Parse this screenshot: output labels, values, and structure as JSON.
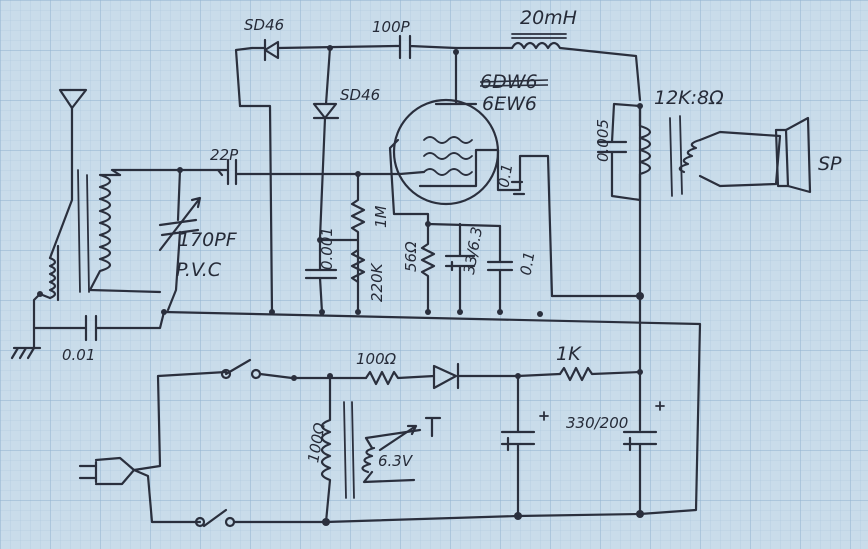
{
  "labels": {
    "diode_top": "SD46",
    "cap_top": "100P",
    "choke": "20mH",
    "diode_mid": "SD46",
    "tube_old": "6DW6",
    "tube": "6EW6",
    "transformer": "12K:8Ω",
    "cap_out": "0.005",
    "speaker": "SP",
    "cap_in": "22P",
    "vcap": "170PF",
    "vcap_type": "P.V.C",
    "cap_screen": "0.001",
    "r_1m": "1M",
    "r_220k": "220K",
    "r_56": "56Ω",
    "cap_cathode": "33/6.3",
    "cap_bypass": "0.1",
    "cap_g2": "0.1",
    "cap_ground": "0.01",
    "r_100": "100Ω",
    "r_1k": "1K",
    "r_100_tx": "100Ω",
    "heater": "6.3V",
    "cap_filter": "330/200"
  },
  "colors": {
    "paper": "#c9dcea",
    "grid_minor": "#a9c4dc",
    "grid_major": "#8fb1cf",
    "ink": "#2a2f3d"
  }
}
